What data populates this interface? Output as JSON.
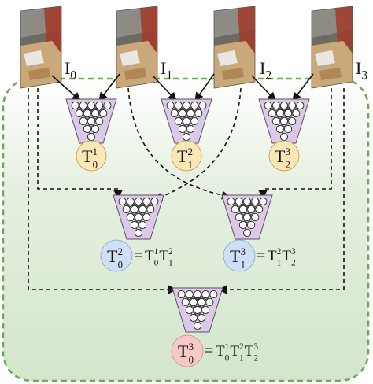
{
  "image_labels": [
    {
      "base": "I",
      "sub": "0"
    },
    {
      "base": "I",
      "sub": "1"
    },
    {
      "base": "I",
      "sub": "2"
    },
    {
      "base": "I",
      "sub": "3"
    }
  ],
  "level1": [
    {
      "base": "T",
      "sub": "0",
      "sup": "1",
      "color": "#fbe7b6"
    },
    {
      "base": "T",
      "sub": "1",
      "sup": "2",
      "color": "#fbe7b6"
    },
    {
      "base": "T",
      "sub": "2",
      "sup": "3",
      "color": "#fbe7b6"
    }
  ],
  "level2": [
    {
      "base": "T",
      "sub": "0",
      "sup": "2",
      "color": "#cfe0f6",
      "equals": "=",
      "terms": [
        {
          "base": "T",
          "sub": "0",
          "sup": "1"
        },
        {
          "base": "T",
          "sub": "1",
          "sup": "2"
        }
      ]
    },
    {
      "base": "T",
      "sub": "1",
      "sup": "3",
      "color": "#cfe0f6",
      "equals": "=",
      "terms": [
        {
          "base": "T",
          "sub": "1",
          "sup": "2"
        },
        {
          "base": "T",
          "sub": "2",
          "sup": "3"
        }
      ]
    }
  ],
  "level3": {
    "base": "T",
    "sub": "0",
    "sup": "3",
    "color": "#f6c9c9",
    "equals": "=",
    "terms": [
      {
        "base": "T",
        "sub": "0",
        "sup": "1"
      },
      {
        "base": "T",
        "sub": "1",
        "sup": "2"
      },
      {
        "base": "T",
        "sub": "2",
        "sup": "3"
      }
    ]
  },
  "colors": {
    "panel_fill": "#dcebd4",
    "panel_border": "#6fa85a",
    "network_fill": "#dcc9e8",
    "network_stroke": "#5a4f63"
  }
}
